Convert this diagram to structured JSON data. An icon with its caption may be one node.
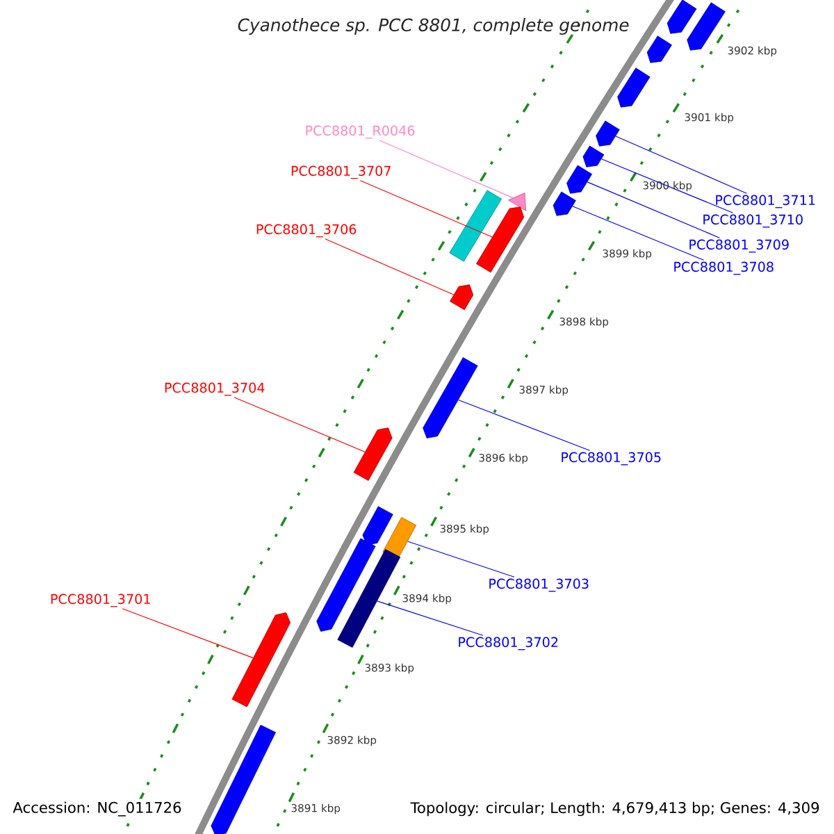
{
  "diagram": {
    "title": "Cyanothece sp. PCC 8801, complete genome",
    "nodes": [
      {
        "text": [
          "PCC8801_R0046"
        ]
      },
      {
        "text": [
          "PCC8801_3707"
        ]
      },
      {
        "text": [
          "PCC8801_3706"
        ]
      },
      {
        "text": [
          "PCC8801_3711"
        ]
      },
      {
        "text": [
          "PCC8801_3710"
        ]
      },
      {
        "text": [
          "PCC8801_3709"
        ]
      },
      {
        "text": [
          "PCC8801_3708"
        ]
      },
      {
        "text": [
          "PCC8801_3704"
        ]
      },
      {
        "text": [
          "PCC8801_3705"
        ]
      },
      {
        "text": [
          "PCC8801_3703"
        ]
      },
      {
        "text": [
          "PCC8801_3701"
        ]
      },
      {
        "text": [
          "PCC8801_3702"
        ]
      },
      {
        "text": [],
        "shape": "pentagon"
      },
      {
        "text": [],
        "shape": "pentagon"
      },
      {
        "text": [],
        "shape": "pentagon"
      },
      {
        "text": [],
        "shape": "pentagon"
      },
      {
        "text": [],
        "shape": "pentagon"
      },
      {
        "text": [],
        "shape": "pentagon"
      },
      {
        "text": [],
        "shape": "pentagon"
      },
      {
        "text": [],
        "shape": "pentagon"
      },
      {
        "text": [],
        "shape": "triangle"
      },
      {
        "text": [],
        "shape": "bar"
      },
      {
        "text": [],
        "shape": "pentagon"
      },
      {
        "text": [],
        "shape": "pentagon"
      },
      {
        "text": [],
        "shape": "pentagon"
      },
      {
        "text": [],
        "shape": "pentagon"
      },
      {
        "text": [],
        "shape": "pentagon"
      },
      {
        "text": [],
        "shape": "bar"
      },
      {
        "text": [],
        "shape": "pentagon"
      },
      {
        "text": [],
        "shape": "bar"
      },
      {
        "text": [],
        "shape": "pentagon"
      },
      {
        "text": [],
        "shape": "pentagon"
      }
    ],
    "edges": [
      {
        "from": 0,
        "to": 20,
        "arrow": "none",
        "color": "#ff88c8"
      },
      {
        "from": 1,
        "to": 22,
        "arrow": "none",
        "color": "#ff0000"
      },
      {
        "from": 2,
        "to": 23,
        "arrow": "none",
        "color": "#ff0000"
      },
      {
        "from": 3,
        "to": 16,
        "arrow": "none"
      },
      {
        "from": 4,
        "to": 17,
        "arrow": "none"
      },
      {
        "from": 5,
        "to": 18,
        "arrow": "none"
      },
      {
        "from": 6,
        "to": 19,
        "arrow": "none"
      },
      {
        "from": 7,
        "to": 25,
        "arrow": "none",
        "color": "#ff0000"
      },
      {
        "from": 8,
        "to": 24,
        "arrow": "none"
      },
      {
        "from": 9,
        "to": 27,
        "arrow": "none"
      },
      {
        "from": 10,
        "to": 30,
        "arrow": "none",
        "color": "#ff0000"
      },
      {
        "from": 11,
        "to": 29,
        "arrow": "none"
      }
    ],
    "labels": [
      "3902 kbp",
      "3901 kbp",
      "3900 kbp",
      "3899 kbp",
      "3898 kbp",
      "3897 kbp",
      "3896 kbp",
      "3895 kbp",
      "3894 kbp",
      "3893 kbp",
      "3892 kbp",
      "3891 kbp",
      "Accession: NC_011726",
      "Topology: circular; Length: 4,679,413 bp; Genes: 4,309"
    ]
  }
}
